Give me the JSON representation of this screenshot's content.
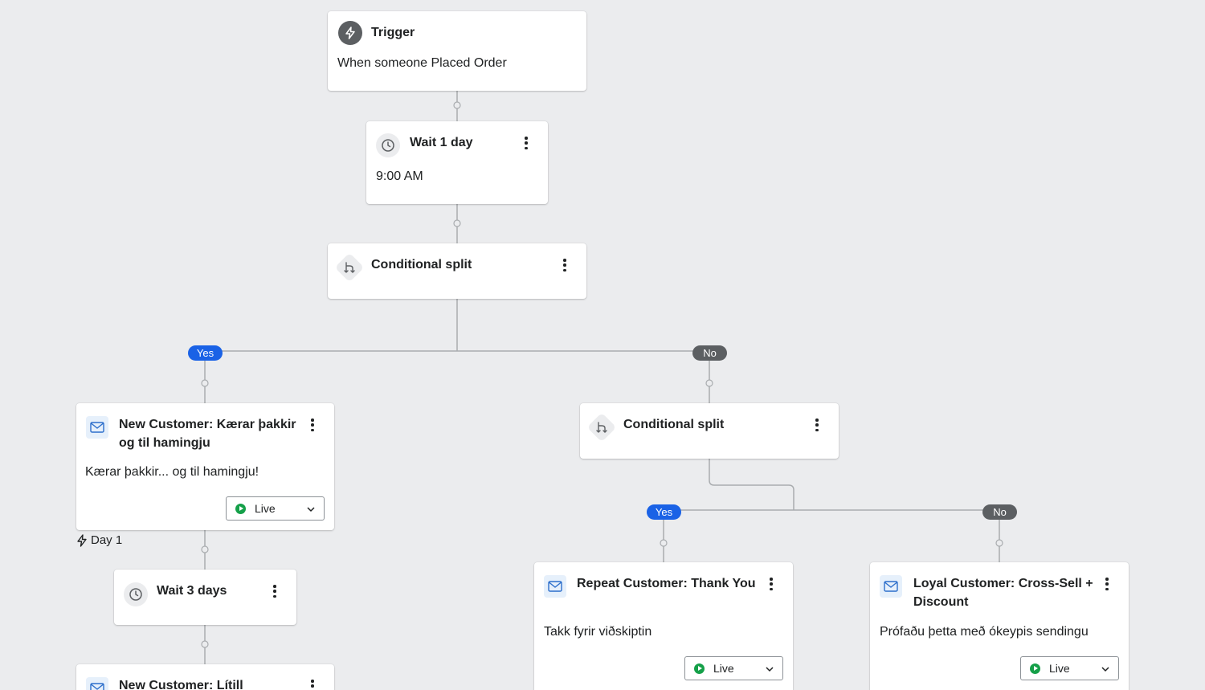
{
  "trigger": {
    "title": "Trigger",
    "description": "When someone Placed Order",
    "icon": "lightning-icon"
  },
  "wait_1": {
    "title": "Wait 1 day",
    "time": "9:00 AM",
    "icon": "clock-icon"
  },
  "split_1": {
    "title": "Conditional split",
    "icon": "split-icon"
  },
  "branch_1": {
    "yes": "Yes",
    "no": "No"
  },
  "email_new_1": {
    "title": "New Customer: Kærar þakkir og til hamingju",
    "preview": "Kærar þakkir... og til hamingju!",
    "status": "Live"
  },
  "day_marker": {
    "label": "Day 1"
  },
  "wait_3": {
    "title": "Wait 3 days",
    "icon": "clock-icon"
  },
  "email_new_2": {
    "title": "New Customer: Lítill"
  },
  "split_2": {
    "title": "Conditional split",
    "icon": "split-icon"
  },
  "branch_2": {
    "yes": "Yes",
    "no": "No"
  },
  "email_repeat": {
    "title": "Repeat Customer: Thank You",
    "preview": "Takk fyrir viðskiptin",
    "status": "Live"
  },
  "email_loyal": {
    "title": "Loyal Customer: Cross-Sell + Discount",
    "preview": "Prófaðu þetta með ókeypis sendingu",
    "status": "Live"
  },
  "colors": {
    "background": "#ebecee",
    "yes_pill": "#1a62e6",
    "no_pill": "#5c5f62",
    "live_dot": "#15a049",
    "connector": "#a9acaf"
  }
}
